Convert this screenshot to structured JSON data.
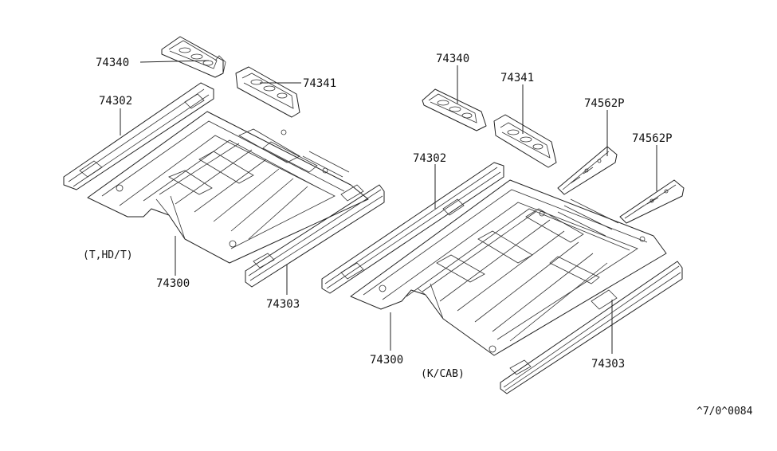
{
  "left_assembly": {
    "caption": "(T,HD/T)",
    "callouts": {
      "rear_member": "74340",
      "rear_member_right": "74341",
      "side_sill_left": "74302",
      "floor_panel": "74300",
      "side_sill_right": "74303"
    }
  },
  "right_assembly": {
    "caption": "(K/CAB)",
    "callouts": {
      "rear_member": "74340",
      "rear_member_right": "74341",
      "bracket_a": "74562P",
      "bracket_b": "74562P",
      "side_sill_left": "74302",
      "floor_panel": "74300",
      "side_sill_right": "74303"
    }
  },
  "diagram_code": "^7/0^0084",
  "colors": {
    "line": "#222222",
    "background": "#ffffff"
  }
}
